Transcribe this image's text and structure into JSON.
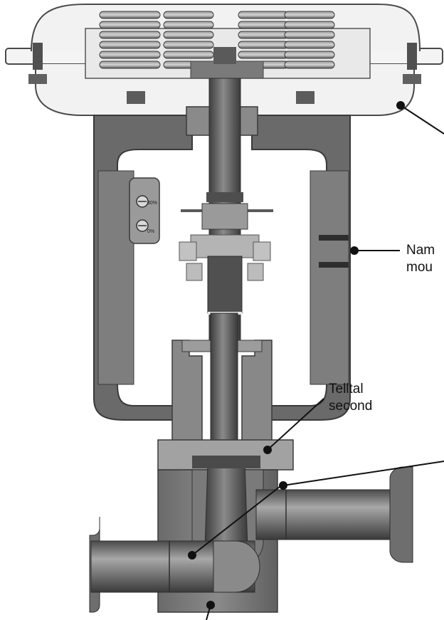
{
  "labels": [
    {
      "id": "nameplate",
      "line1": "Nam",
      "line2": "mou"
    },
    {
      "id": "telltale",
      "line1": "Telltal",
      "line2": "second"
    }
  ],
  "scale_marks": {
    "upper": "30%",
    "lower": "0%"
  },
  "colors": {
    "housing_fill": "#f2f2f2",
    "housing_stroke": "#4a4a4a",
    "steel_dark": "#505050",
    "steel_mid": "#767676",
    "steel_light": "#b4b4b4",
    "leader": "#111111"
  }
}
